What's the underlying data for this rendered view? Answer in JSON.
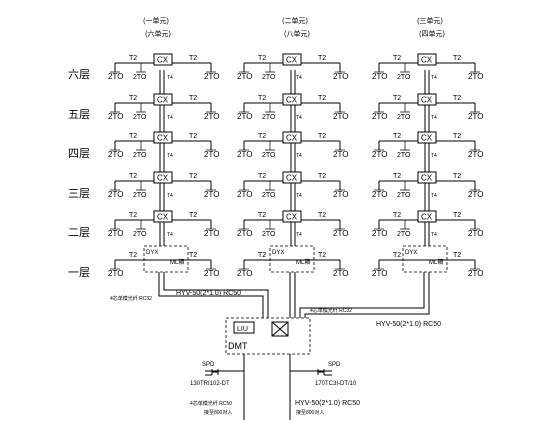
{
  "units": [
    {
      "top": "(一单元)",
      "bottom": "(六单元)"
    },
    {
      "top": "(二单元)",
      "bottom": "(八单元)"
    },
    {
      "top": "(三单元)",
      "bottom": "(四单元)"
    }
  ],
  "floors": [
    "六层",
    "五层",
    "四层",
    "三层",
    "二层",
    "一层"
  ],
  "labels": {
    "cx": "CX",
    "t2": "T2",
    "two_to": "2TO",
    "t4": "T4",
    "dyx": "DYX",
    "fiber_box": "ML箱",
    "dmt": "DMT",
    "liu": "LIU",
    "spd": "SPD"
  },
  "cables": {
    "hyv_left": "HYV-50(2*1.0) RC50",
    "hyv_right": "HYV-50(2*1.0) RC50",
    "fiber_left": "4芯单模光纤 RC32",
    "fiber_right": "4芯单模光纤 RC32",
    "spd_left_model": "130TRI102-DT",
    "spd_right_model": "170TC3I-DT/10",
    "entry_left": "4芯单模光纤 RC50",
    "entry_left_sub": "接至800对入",
    "entry_right": "HYV-50(2*1.0) RC50",
    "entry_right_sub": "接至800对入"
  }
}
